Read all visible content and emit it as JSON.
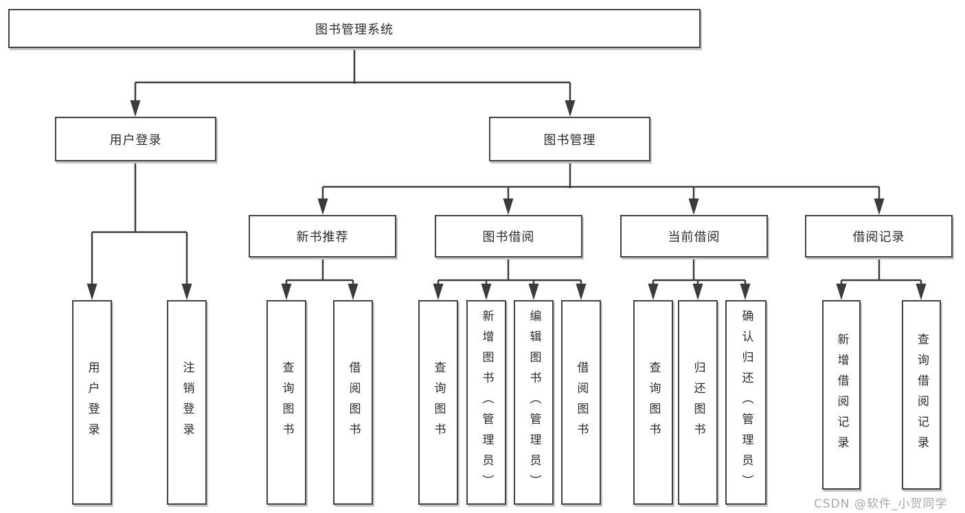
{
  "tree": {
    "root": {
      "label": "图书管理系统"
    },
    "children": [
      {
        "label": "用户登录",
        "children": [
          {
            "label": "用户登录"
          },
          {
            "label": "注销登录"
          }
        ]
      },
      {
        "label": "图书管理",
        "children": [
          {
            "label": "新书推荐",
            "children": [
              {
                "label": "查询图书"
              },
              {
                "label": "借阅图书"
              }
            ]
          },
          {
            "label": "图书借阅",
            "children": [
              {
                "label": "查询图书"
              },
              {
                "label": "新增图书（管理员）"
              },
              {
                "label": "编辑图书（管理员）"
              },
              {
                "label": "借阅图书"
              }
            ]
          },
          {
            "label": "当前借阅",
            "children": [
              {
                "label": "查询图书"
              },
              {
                "label": "归还图书"
              },
              {
                "label": "确认归还（管理员）"
              }
            ]
          },
          {
            "label": "借阅记录",
            "children": [
              {
                "label": "新增借阅记录"
              },
              {
                "label": "查询借阅记录"
              }
            ]
          }
        ]
      }
    ]
  },
  "watermark": {
    "text": "CSDN @软件_小贺同学"
  },
  "colors": {
    "line": "#3b3b3b",
    "box_border": "#414141",
    "box_fill": "#ffffff",
    "text": "#2b2b2b",
    "watermark": "#a8a8a8"
  }
}
